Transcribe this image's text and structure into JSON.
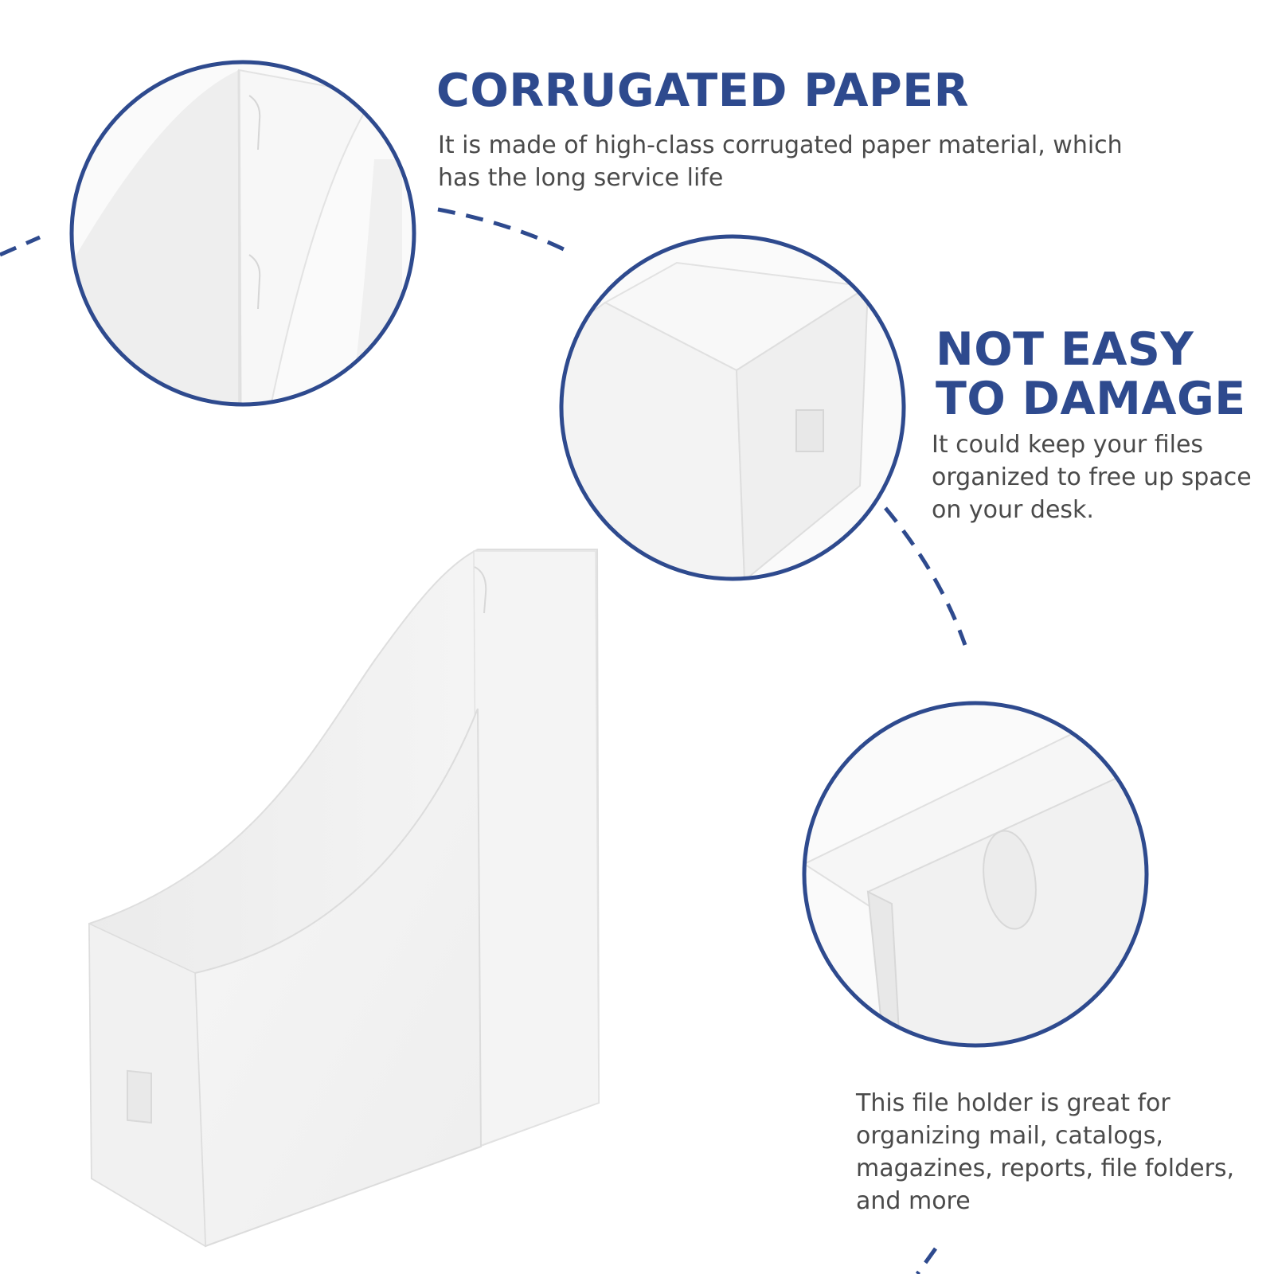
{
  "colors": {
    "accent": "#2e4a8e",
    "body_text": "#4a4a4a",
    "background": "#ffffff",
    "product_white": "#f3f3f3"
  },
  "features": [
    {
      "title": "CORRUGATED PAPER",
      "description": "It is made of high-class  corrugated paper material, which has the long service life"
    },
    {
      "title": "NOT EASY TO DAMAGE",
      "description": "It could keep your files organized to free up space on your desk."
    },
    {
      "title": "",
      "description": "This file holder is great for organizing mail, catalogs, magazines, reports, file folders, and more"
    }
  ],
  "images": {
    "product": "magazine-file-holder",
    "detail_1": "top-edge-closeup",
    "detail_2": "corner-closeup",
    "detail_3": "side-clip-closeup"
  }
}
